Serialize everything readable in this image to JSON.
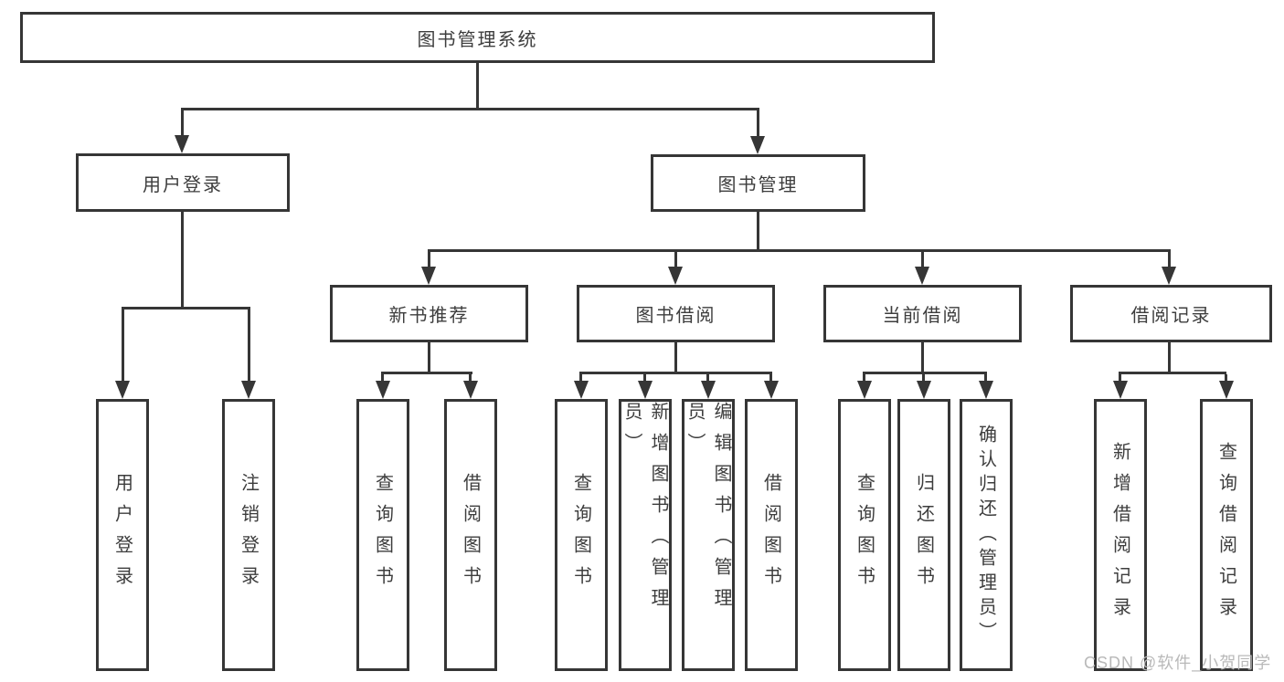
{
  "diagram": {
    "root": {
      "label": "图书管理系统"
    },
    "user_login": {
      "label": "用户登录",
      "children": {
        "user_login": {
          "label": "用户登录"
        },
        "logout": {
          "label": "注销登录"
        }
      }
    },
    "book_management": {
      "label": "图书管理",
      "children": {
        "new_book_recommend": {
          "label": "新书推荐",
          "children": {
            "query_books": {
              "label": "查询图书"
            },
            "borrow_books": {
              "label": "借阅图书"
            }
          }
        },
        "book_borrowing": {
          "label": "图书借阅",
          "children": {
            "query_books": {
              "label": "查询图书"
            },
            "add_books_admin": {
              "label": "新增图书（管理员）"
            },
            "edit_books_admin": {
              "label": "编辑图书（管理员）"
            },
            "borrow_books": {
              "label": "借阅图书"
            }
          }
        },
        "current_borrowing": {
          "label": "当前借阅",
          "children": {
            "query_books": {
              "label": "查询图书"
            },
            "return_books": {
              "label": "归还图书"
            },
            "confirm_return_admin": {
              "label": "确认归还（管理员）"
            }
          }
        },
        "borrowing_records": {
          "label": "借阅记录",
          "children": {
            "add_borrow_record": {
              "label": "新增借阅记录"
            },
            "query_borrow_record": {
              "label": "查询借阅记录"
            }
          }
        }
      }
    }
  },
  "watermark": {
    "text": "CSDN @软件_小贺同学"
  },
  "colors": {
    "line": "#363636",
    "text": "#3d3d3d",
    "watermark": "#b9b9b9",
    "background": "#ffffff"
  }
}
